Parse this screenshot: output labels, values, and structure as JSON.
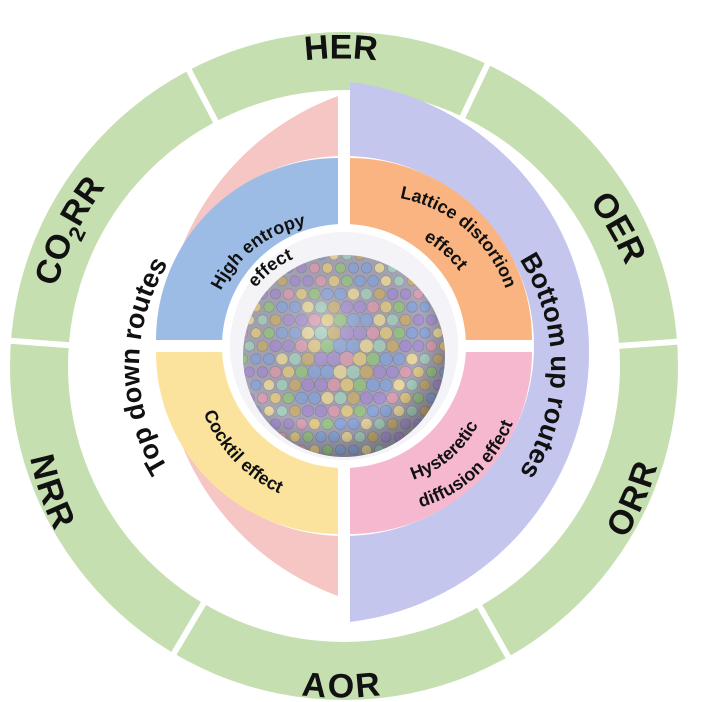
{
  "outer_ring": {
    "segments": [
      {
        "key": "her",
        "label": "HER"
      },
      {
        "key": "oer",
        "label": "OER"
      },
      {
        "key": "orr",
        "label": "ORR"
      },
      {
        "key": "aor",
        "label": "AOR"
      },
      {
        "key": "nrr",
        "label": "NRR"
      },
      {
        "key": "co2rr",
        "label_main": "CO",
        "label_sub": "2",
        "label_tail": "RR"
      }
    ],
    "color": "#c6dfb1"
  },
  "middle_ring": {
    "left": {
      "label": "Top down routes",
      "color": "#f6c6c4"
    },
    "right": {
      "label": "Bottom up routes",
      "color": "#c4c6ee"
    }
  },
  "inner_quadrants": {
    "top_left": {
      "line1": "Hjgh entropy",
      "line2": "effect",
      "color": "#9cbce6"
    },
    "top_right": {
      "line1": "Lattice distortion",
      "line2": "effect",
      "color": "#f9b481"
    },
    "bottom_right": {
      "line1": "Hysteretic",
      "line2": "diffusion effect",
      "color": "#f6b8cf"
    },
    "bottom_left": {
      "line1": "Cocktil effect",
      "color": "#fbe39d"
    }
  },
  "center": {
    "image": "nanoparticle-sphere",
    "ball_colors": [
      "#8fa7d8",
      "#9bc48a",
      "#e0c98a",
      "#d9a0b4",
      "#a894cf",
      "#c8b07a",
      "#a9cfc0",
      "#e8d7a2"
    ]
  }
}
